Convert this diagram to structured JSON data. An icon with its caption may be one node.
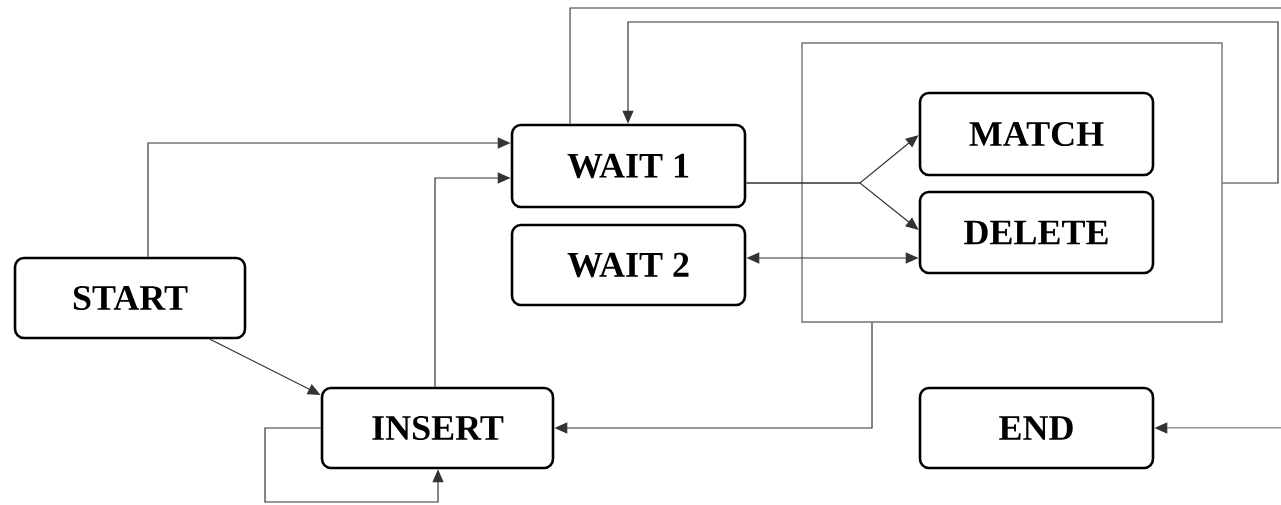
{
  "diagram": {
    "nodes": [
      {
        "text": [
          "START"
        ]
      },
      {
        "text": [
          "WAIT 1"
        ]
      },
      {
        "text": [
          "WAIT 2"
        ]
      },
      {
        "text": [],
        "shape": "box"
      },
      {
        "text": [
          "MATCH"
        ],
        "in": 3
      },
      {
        "text": [
          "DELETE"
        ],
        "in": 3
      },
      {
        "text": [
          "INSERT"
        ]
      },
      {
        "text": [
          "END"
        ]
      }
    ],
    "edges": [
      {
        "from": 0,
        "to": 1,
        "arrow": "to"
      },
      {
        "from": 0,
        "to": 6,
        "arrow": "to"
      },
      {
        "from": 6,
        "to": 1,
        "arrow": "to"
      },
      {
        "from": 6,
        "to": 6,
        "arrow": "to"
      },
      {
        "from": 1,
        "to": 4,
        "arrow": "to"
      },
      {
        "from": 1,
        "to": 5,
        "arrow": "to"
      },
      {
        "from": 2,
        "to": 5,
        "arrow": "both"
      },
      {
        "from": 3,
        "to": 6,
        "arrow": "to"
      },
      {
        "from": 3,
        "to": 1,
        "arrow": "to"
      },
      {
        "from": 1,
        "to": null,
        "arrow": "none"
      },
      {
        "from": null,
        "to": 7,
        "arrow": "to"
      }
    ]
  }
}
